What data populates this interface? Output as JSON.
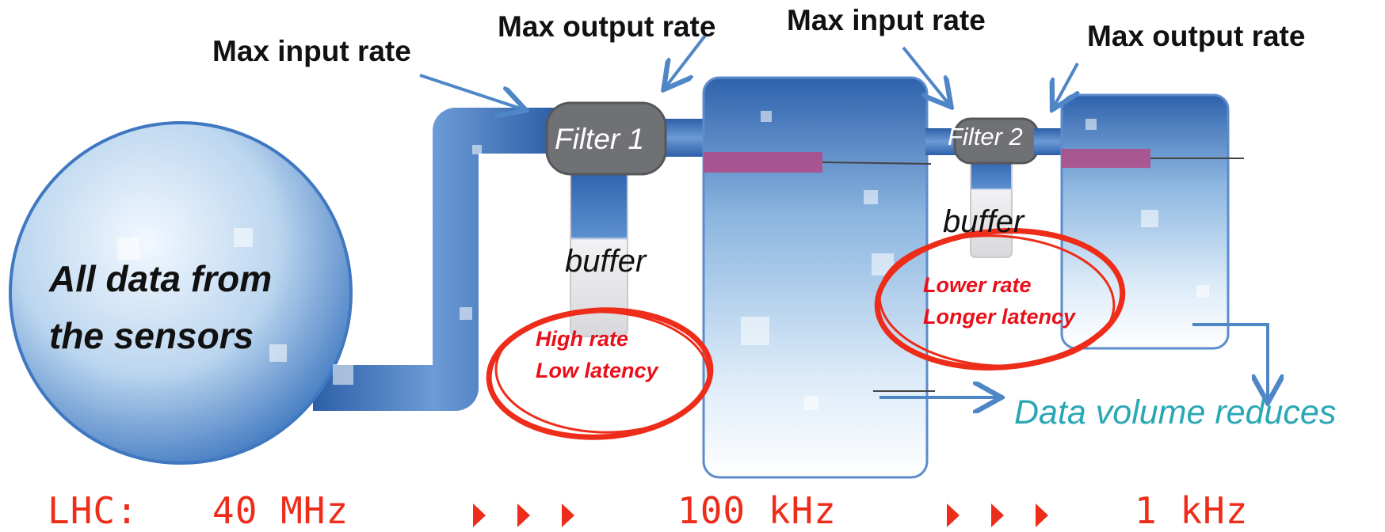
{
  "annotations": {
    "max_input_rate_1": "Max input rate",
    "max_output_rate_1": "Max output rate",
    "max_input_rate_2": "Max input rate",
    "max_output_rate_2": "Max output rate"
  },
  "sensors_label": [
    "All data from",
    "the sensors"
  ],
  "filters": [
    {
      "label": "Filter 1"
    },
    {
      "label": "Filter 2"
    }
  ],
  "buffers": [
    {
      "label": "buffer"
    },
    {
      "label": "buffer"
    }
  ],
  "notes": {
    "stage1": [
      "High rate",
      "Low latency"
    ],
    "stage2": [
      "Lower rate",
      "Longer latency"
    ]
  },
  "data_volume": "Data volume reduces",
  "rate_line": {
    "prefix": "LHC:",
    "rate1": "40 MHz",
    "rate2": "100 kHz",
    "rate3": "1 kHz"
  },
  "colors": {
    "pipe": "#4a7fc4",
    "filter": "#6f7175",
    "arrow": "#4f86c6",
    "red": "#e8101a",
    "handwriting": "#ee2c1a",
    "teal": "#2aa7b5",
    "bar": "#b34a86"
  }
}
